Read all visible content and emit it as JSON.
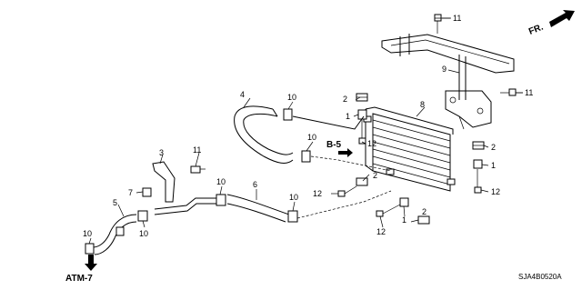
{
  "diagram": {
    "direction_label": "FR.",
    "ref_b5": "B-5",
    "ref_atm7": "ATM-7",
    "drawing_code": "SJA4B0520A",
    "callouts": {
      "c1_top": "1",
      "c1_mid": "1",
      "c1_low": "1",
      "c2_top": "2",
      "c2_right": "2",
      "c2_mid": "2",
      "c2_low": "2",
      "c3": "3",
      "c5": "5",
      "c6": "6",
      "c7": "7",
      "c8": "8",
      "c9": "9",
      "c4": "4",
      "c10_a": "10",
      "c10_b": "10",
      "c10_c": "10",
      "c10_d": "10",
      "c10_e": "10",
      "c10_f": "10",
      "c11_top": "11",
      "c11_right": "11",
      "c11_left": "11",
      "c12_top": "12",
      "c12_left": "12",
      "c12_right": "12",
      "c12_bottom": "12"
    }
  }
}
